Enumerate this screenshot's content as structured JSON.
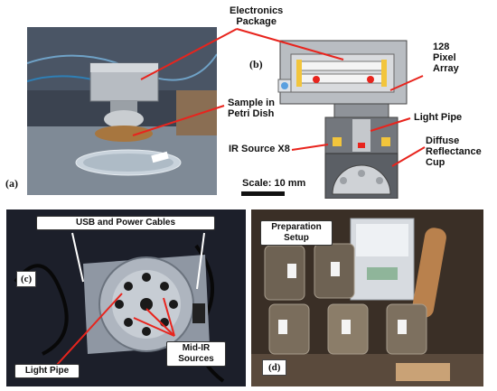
{
  "labels": {
    "electronics": "Electronics\nPackage",
    "pixel_array": "128\nPixel\nArray",
    "sample": "Sample in\nPetri Dish",
    "light_pipe_b": "Light Pipe",
    "ir_source": "IR Source X8",
    "diffuse": "Diffuse\nReflectance\nCup",
    "scale": "Scale: 10 mm",
    "usb": "USB and Power Cables",
    "light_pipe_c": "Light Pipe",
    "mid_ir": "Mid-IR\nSources",
    "prep": "Preparation\nSetup"
  },
  "panels": {
    "a": "(a)",
    "b": "(b)",
    "c": "(c)",
    "d": "(d)"
  },
  "colors": {
    "arrow": "#e8241d",
    "panel_c_bg": "#1c1f2a",
    "panel_d_bg": "#3a2f26"
  }
}
